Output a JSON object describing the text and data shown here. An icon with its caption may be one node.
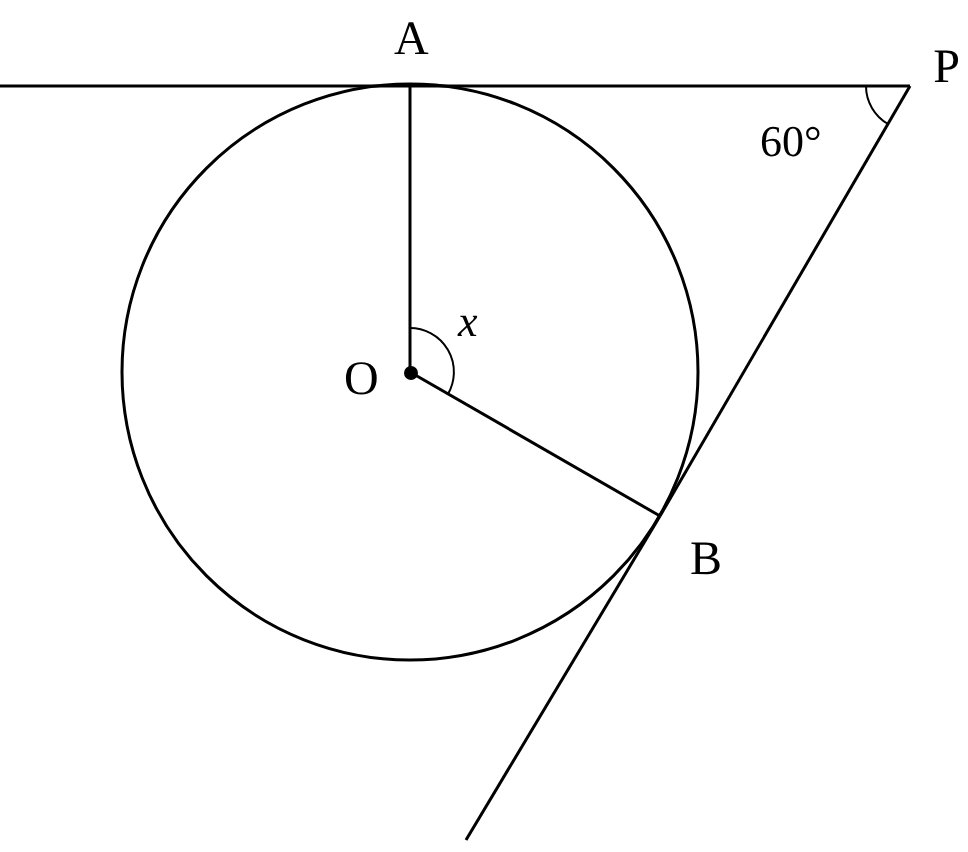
{
  "diagram": {
    "nodes": [
      {
        "text": [
          "A"
        ]
      },
      {
        "text": [
          "P"
        ]
      },
      {
        "text": [
          "O"
        ]
      },
      {
        "text": [
          "B"
        ]
      }
    ],
    "edges": [
      {
        "from": null,
        "to": 0,
        "arrow": "none"
      },
      {
        "from": 0,
        "to": 1,
        "arrow": "none"
      },
      {
        "from": 1,
        "to": 3,
        "arrow": "none"
      },
      {
        "from": 3,
        "to": null,
        "arrow": "none"
      },
      {
        "from": 2,
        "to": 0,
        "arrow": "none"
      },
      {
        "from": 2,
        "to": 3,
        "arrow": "none"
      }
    ],
    "labels": [
      "x",
      "60°"
    ]
  }
}
